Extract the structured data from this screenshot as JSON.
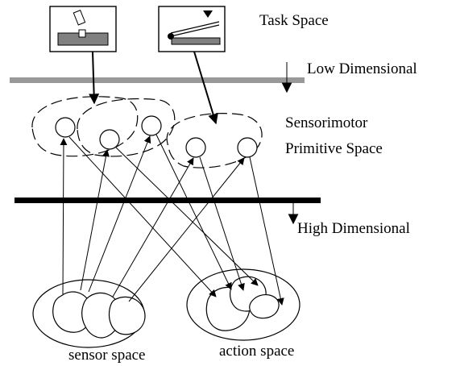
{
  "labels": {
    "task_space": "Task Space",
    "low_dimensional": "Low Dimensional",
    "sensorimotor": "Sensorimotor",
    "primitive_space": "Primitive Space",
    "high_dimensional": "High Dimensional",
    "sensor_space": "sensor space",
    "action_space": "action space"
  },
  "colors": {
    "low_bar": "#999999",
    "high_bar": "#000000",
    "task_floor": "#808080",
    "stroke": "#000000"
  }
}
